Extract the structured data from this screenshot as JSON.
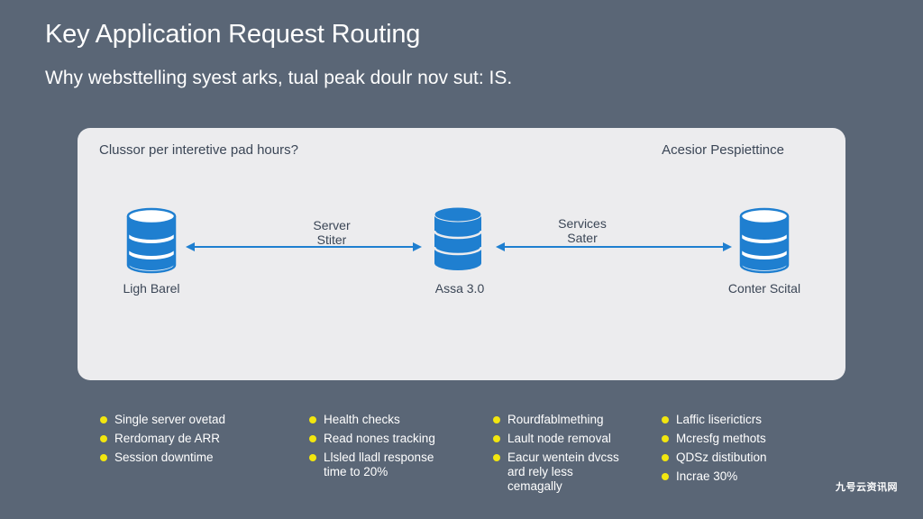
{
  "title": "Key Application Request Routing",
  "subtitle": "Why websttelling syest arks, tual peak doulr nov sut: IS.",
  "panel": {
    "label_left": "Clussor per interetive pad hours?",
    "label_right": "Acesior Pespiettince",
    "nodes": [
      {
        "label": "Ligh Barel",
        "icon": "database-icon"
      },
      {
        "label": "Assa 3.0",
        "icon": "database-icon"
      },
      {
        "label": "Conter Scital",
        "icon": "database-icon"
      }
    ],
    "connectors": [
      {
        "line1": "Server",
        "line2": "Stiter"
      },
      {
        "line1": "Services",
        "line2": "Sater"
      }
    ]
  },
  "bullets": [
    [
      "Single server ovetad",
      "Rerdomary de ARR",
      "Session downtime"
    ],
    [
      "Health checks",
      "Read nones tracking",
      "Llsled lladl response time to 20%"
    ],
    [
      "Rourdfablmething",
      "Lault node removal",
      "Eacur wentein dvcss ard rely less cemagally"
    ],
    [
      "Laffic lisericticrs",
      "Mcresfg methots",
      "QDSz distibution",
      "Incrae 30%"
    ]
  ],
  "watermark": "九号云资讯网",
  "colors": {
    "background": "#5a6676",
    "panel": "#ececee",
    "accent_blue": "#1f7fd0",
    "bullet_yellow": "#f2e60f"
  }
}
